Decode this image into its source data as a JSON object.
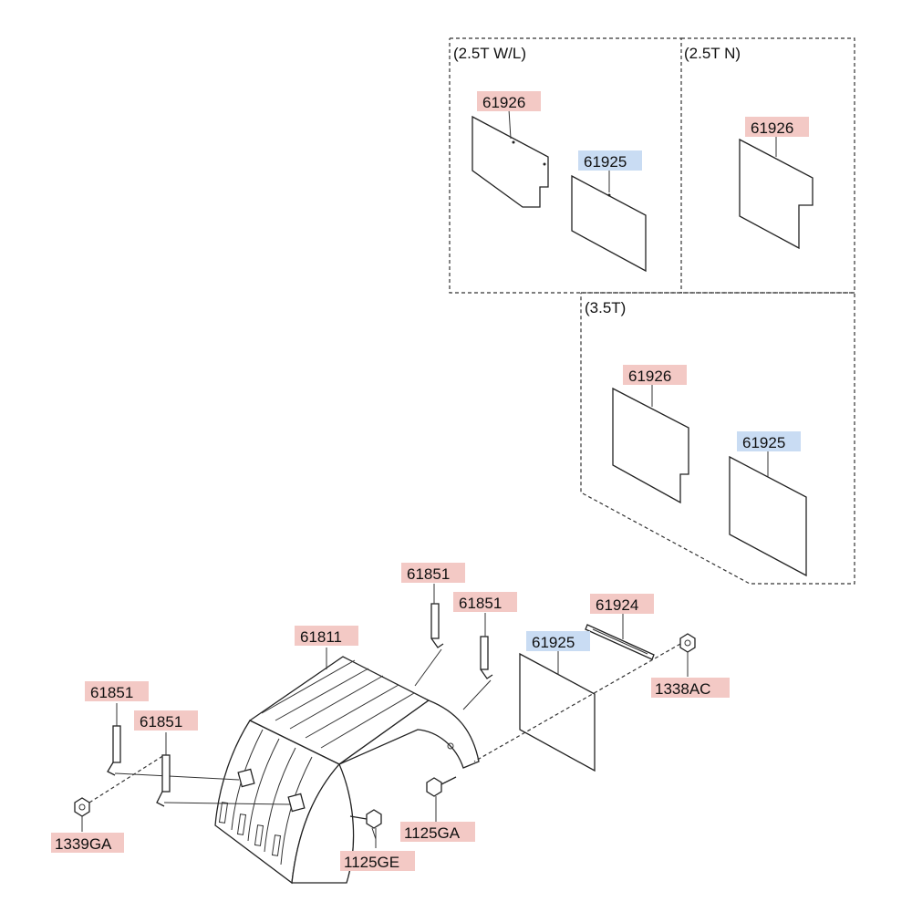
{
  "colors": {
    "red_tag": "#f3c9c5",
    "blue_tag": "#c9dcf3"
  },
  "groups": {
    "g1_label": "(2.5T W/L)",
    "g2_label": "(2.5T N)",
    "g3_label": "(3.5T)"
  },
  "parts": {
    "p61926_a": "61926",
    "p61925_a": "61925",
    "p61926_b": "61926",
    "p61926_c": "61926",
    "p61925_c": "61925",
    "p61851_a": "61851",
    "p61851_b": "61851",
    "p61851_c": "61851",
    "p61851_d": "61851",
    "p61811": "61811",
    "p61924": "61924",
    "p61925_main": "61925",
    "p1338AC": "1338AC",
    "p1339GA": "1339GA",
    "p1125GA": "1125GA",
    "p1125GE": "1125GE"
  }
}
